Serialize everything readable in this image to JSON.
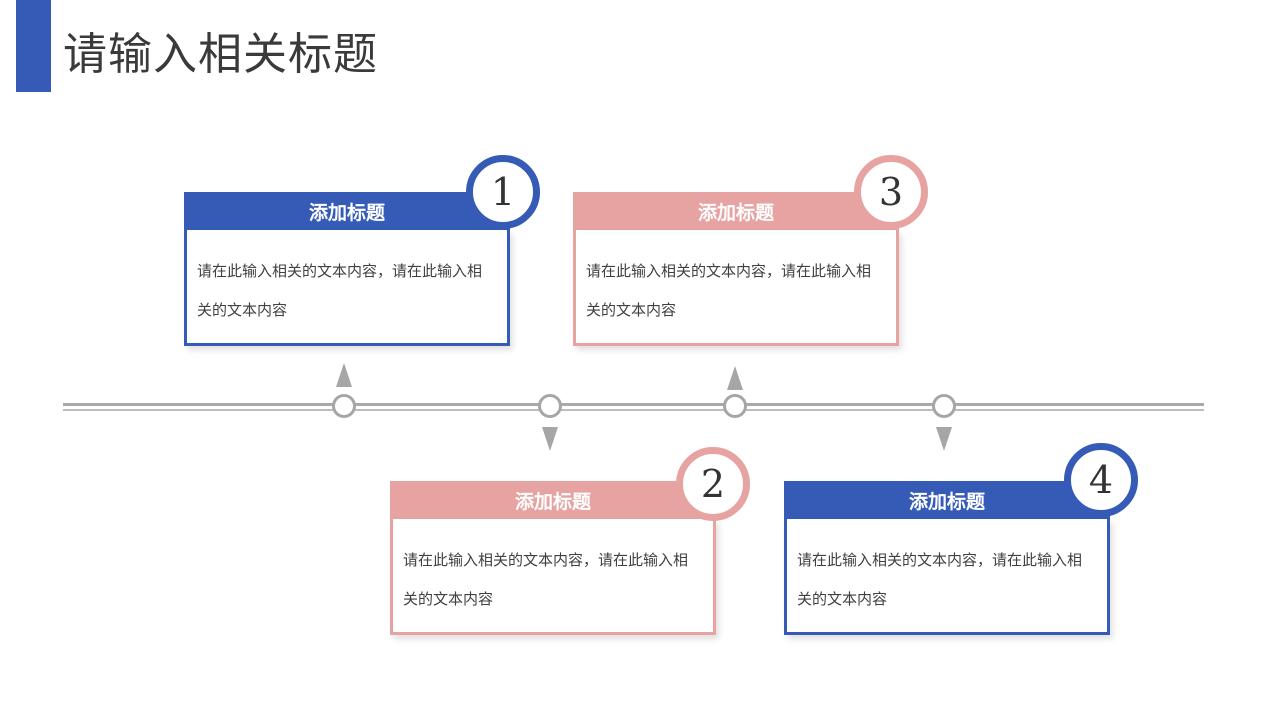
{
  "page": {
    "title": "请输入相关标题"
  },
  "colors": {
    "blue": "#355bb7",
    "pink": "#e6a3a1",
    "gray": "#a6a6a6"
  },
  "steps": [
    {
      "number": "1",
      "title": "添加标题",
      "text": "请在此输入相关的文本内容，请在此输入相关的文本内容",
      "color": "blue",
      "side": "above"
    },
    {
      "number": "2",
      "title": "添加标题",
      "text": "请在此输入相关的文本内容，请在此输入相关的文本内容",
      "color": "pink",
      "side": "below"
    },
    {
      "number": "3",
      "title": "添加标题",
      "text": "请在此输入相关的文本内容，请在此输入相关的文本内容",
      "color": "pink",
      "side": "above"
    },
    {
      "number": "4",
      "title": "添加标题",
      "text": "请在此输入相关的文本内容，请在此输入相关的文本内容",
      "color": "blue",
      "side": "below"
    }
  ]
}
